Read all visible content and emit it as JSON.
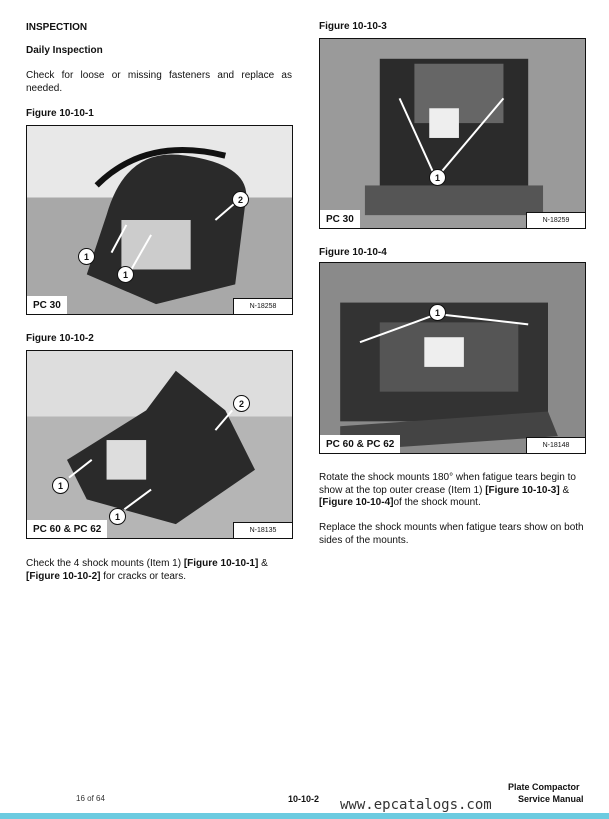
{
  "heading": "INSPECTION",
  "subheading": "Daily Inspection",
  "intro": "Check for loose or missing fasteners and replace as needed.",
  "figures": [
    {
      "title": "Figure 10-10-1",
      "caption": "PC 30",
      "id": "N-18258",
      "callouts": [
        "1",
        "1",
        "2"
      ]
    },
    {
      "title": "Figure 10-10-2",
      "caption": "PC 60 & PC 62",
      "id": "N-18135",
      "callouts": [
        "2",
        "1",
        "1"
      ]
    },
    {
      "title": "Figure 10-10-3",
      "caption": "PC 30",
      "id": "N-18259",
      "callouts": [
        "1"
      ]
    },
    {
      "title": "Figure 10-10-4",
      "caption": "PC 60 & PC 62",
      "id": "N-18148",
      "callouts": [
        "1"
      ]
    }
  ],
  "check_text": {
    "a": "Check the 4 shock mounts (Item 1) ",
    "ref1": "[Figure 10-10-1]",
    "b": " & ",
    "ref2": "[Figure 10-10-2]",
    "c": " for cracks or tears."
  },
  "rotate_text": {
    "a": "Rotate the shock mounts 180° when fatigue tears begin to show at the top outer crease (Item 1) ",
    "ref1": "[Figure 10-10-3]",
    "b": " & ",
    "ref2": "[Figure 10-10-4]",
    "c": "of the shock mount."
  },
  "replace_text": "Replace the shock mounts when fatigue tears show on both sides of the mounts.",
  "footer": {
    "page": "16 of 64",
    "section": "10-10-2",
    "title1": "Plate Compactor",
    "title2": "Service Manual",
    "watermark": "www.epcatalogs.com"
  }
}
